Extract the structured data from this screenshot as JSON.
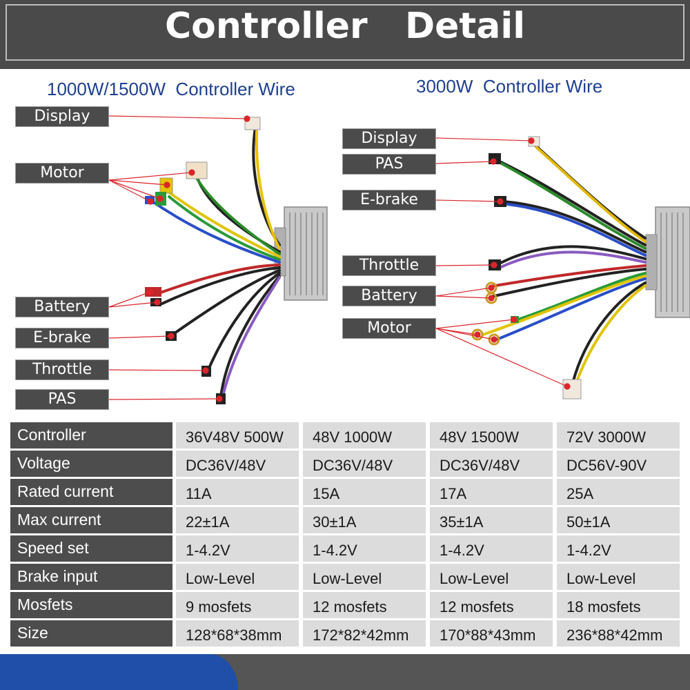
{
  "header": {
    "title": "Controller   Detail"
  },
  "left_section": {
    "title": "1000W/1500W  Controller Wire",
    "labels": [
      "Display",
      "Motor",
      "Battery",
      "E-brake",
      "Throttle",
      "PAS"
    ]
  },
  "right_section": {
    "title": "3000W  Controller Wire",
    "labels": [
      "Display",
      "PAS",
      "E-brake",
      "Throttle",
      "Battery",
      "Motor"
    ]
  },
  "spec_table": {
    "rows": [
      {
        "label": "Controller",
        "values": [
          "36V48V 500W",
          "48V 1000W",
          "48V 1500W",
          "72V 3000W"
        ]
      },
      {
        "label": "Voltage",
        "values": [
          "DC36V/48V",
          "DC36V/48V",
          "DC36V/48V",
          "DC56V-90V"
        ]
      },
      {
        "label": "Rated current",
        "values": [
          "11A",
          "15A",
          "17A",
          "25A"
        ]
      },
      {
        "label": "Max current",
        "values": [
          "22±1A",
          "30±1A",
          "35±1A",
          "50±1A"
        ]
      },
      {
        "label": "Speed set",
        "values": [
          "1-4.2V",
          "1-4.2V",
          "1-4.2V",
          "1-4.2V"
        ]
      },
      {
        "label": "Brake input",
        "values": [
          "Low-Level",
          "Low-Level",
          "Low-Level",
          "Low-Level"
        ]
      },
      {
        "label": "Mosfets",
        "values": [
          "9 mosfets",
          "12 mosfets",
          "12 mosfets",
          "18 mosfets"
        ]
      },
      {
        "label": "Size",
        "values": [
          "128*68*38mm",
          "172*82*42mm",
          "170*88*43mm",
          "236*88*42mm"
        ]
      }
    ]
  },
  "colors": {
    "banner": "#4a4a4a",
    "title_blue": "#1f3f8f",
    "pointer_red": "#d9262b",
    "footer_blue": "#1f4fa8"
  }
}
